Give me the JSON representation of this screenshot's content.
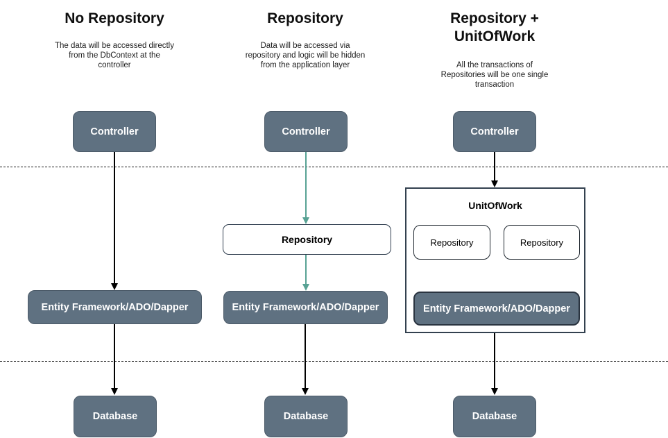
{
  "columns": [
    {
      "title": "No Repository",
      "subtitle": "The data will be accessed directly\nfrom the DbContext at the\ncontroller",
      "controller": "Controller",
      "ef": "Entity Framework/ADO/Dapper",
      "database": "Database"
    },
    {
      "title": "Repository",
      "subtitle": "Data will be accessed via\nrepository and logic will be hidden\nfrom the application layer",
      "controller": "Controller",
      "repository": "Repository",
      "ef": "Entity Framework/ADO/Dapper",
      "database": "Database"
    },
    {
      "title": "Repository +\nUnitOfWork",
      "subtitle": "All the transactions of\nRepositories will be one single\ntransaction",
      "controller": "Controller",
      "unit_of_work": "UnitOfWork",
      "repository_left": "Repository",
      "repository_right": "Repository",
      "ef": "Entity Framework/ADO/Dapper",
      "database": "Database"
    }
  ],
  "colors": {
    "node_fill": "#5f7181",
    "node_text": "#ffffff",
    "arrow_black": "#000000",
    "arrow_teal": "#58a294",
    "outline_dark": "#2e3c4d"
  }
}
